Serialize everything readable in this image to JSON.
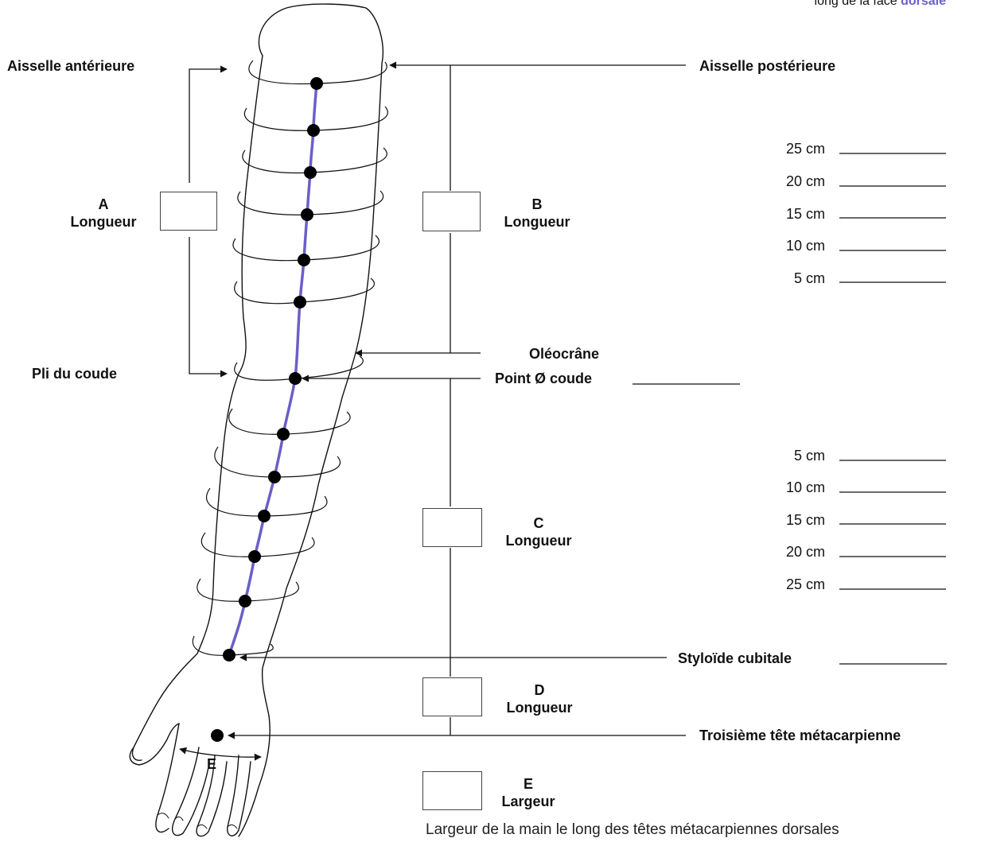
{
  "header": {
    "text": "long de la face",
    "emphasis": "dorsale"
  },
  "landmarks": {
    "aisselle_anterieure": "Aisselle antérieure",
    "aisselle_posterieure": "Aisselle postérieure",
    "pli_du_coude": "Pli du coude",
    "oleocrane": "Oléocrâne",
    "point_coude": "Point Ø coude",
    "styloide": "Styloïde cubitale",
    "troisieme_tete": "Troisième tête métacarpienne"
  },
  "segments": {
    "a": {
      "letter": "A",
      "word": "Longueur"
    },
    "b": {
      "letter": "B",
      "word": "Longueur"
    },
    "c": {
      "letter": "C",
      "word": "Longueur"
    },
    "d": {
      "letter": "D",
      "word": "Longueur"
    },
    "e": {
      "letter": "E",
      "word": "Largeur"
    }
  },
  "hand_width_label": "E",
  "upper_measures": [
    "25 cm",
    "20 cm",
    "15 cm",
    "10 cm",
    "5 cm"
  ],
  "lower_measures": [
    "5 cm",
    "10 cm",
    "15 cm",
    "20 cm",
    "25 cm"
  ],
  "footnote": "Largeur de la main le long des têtes métacarpiennes dorsales",
  "colors": {
    "dorsal_line": "#6a5fc8",
    "ink": "#111111"
  }
}
